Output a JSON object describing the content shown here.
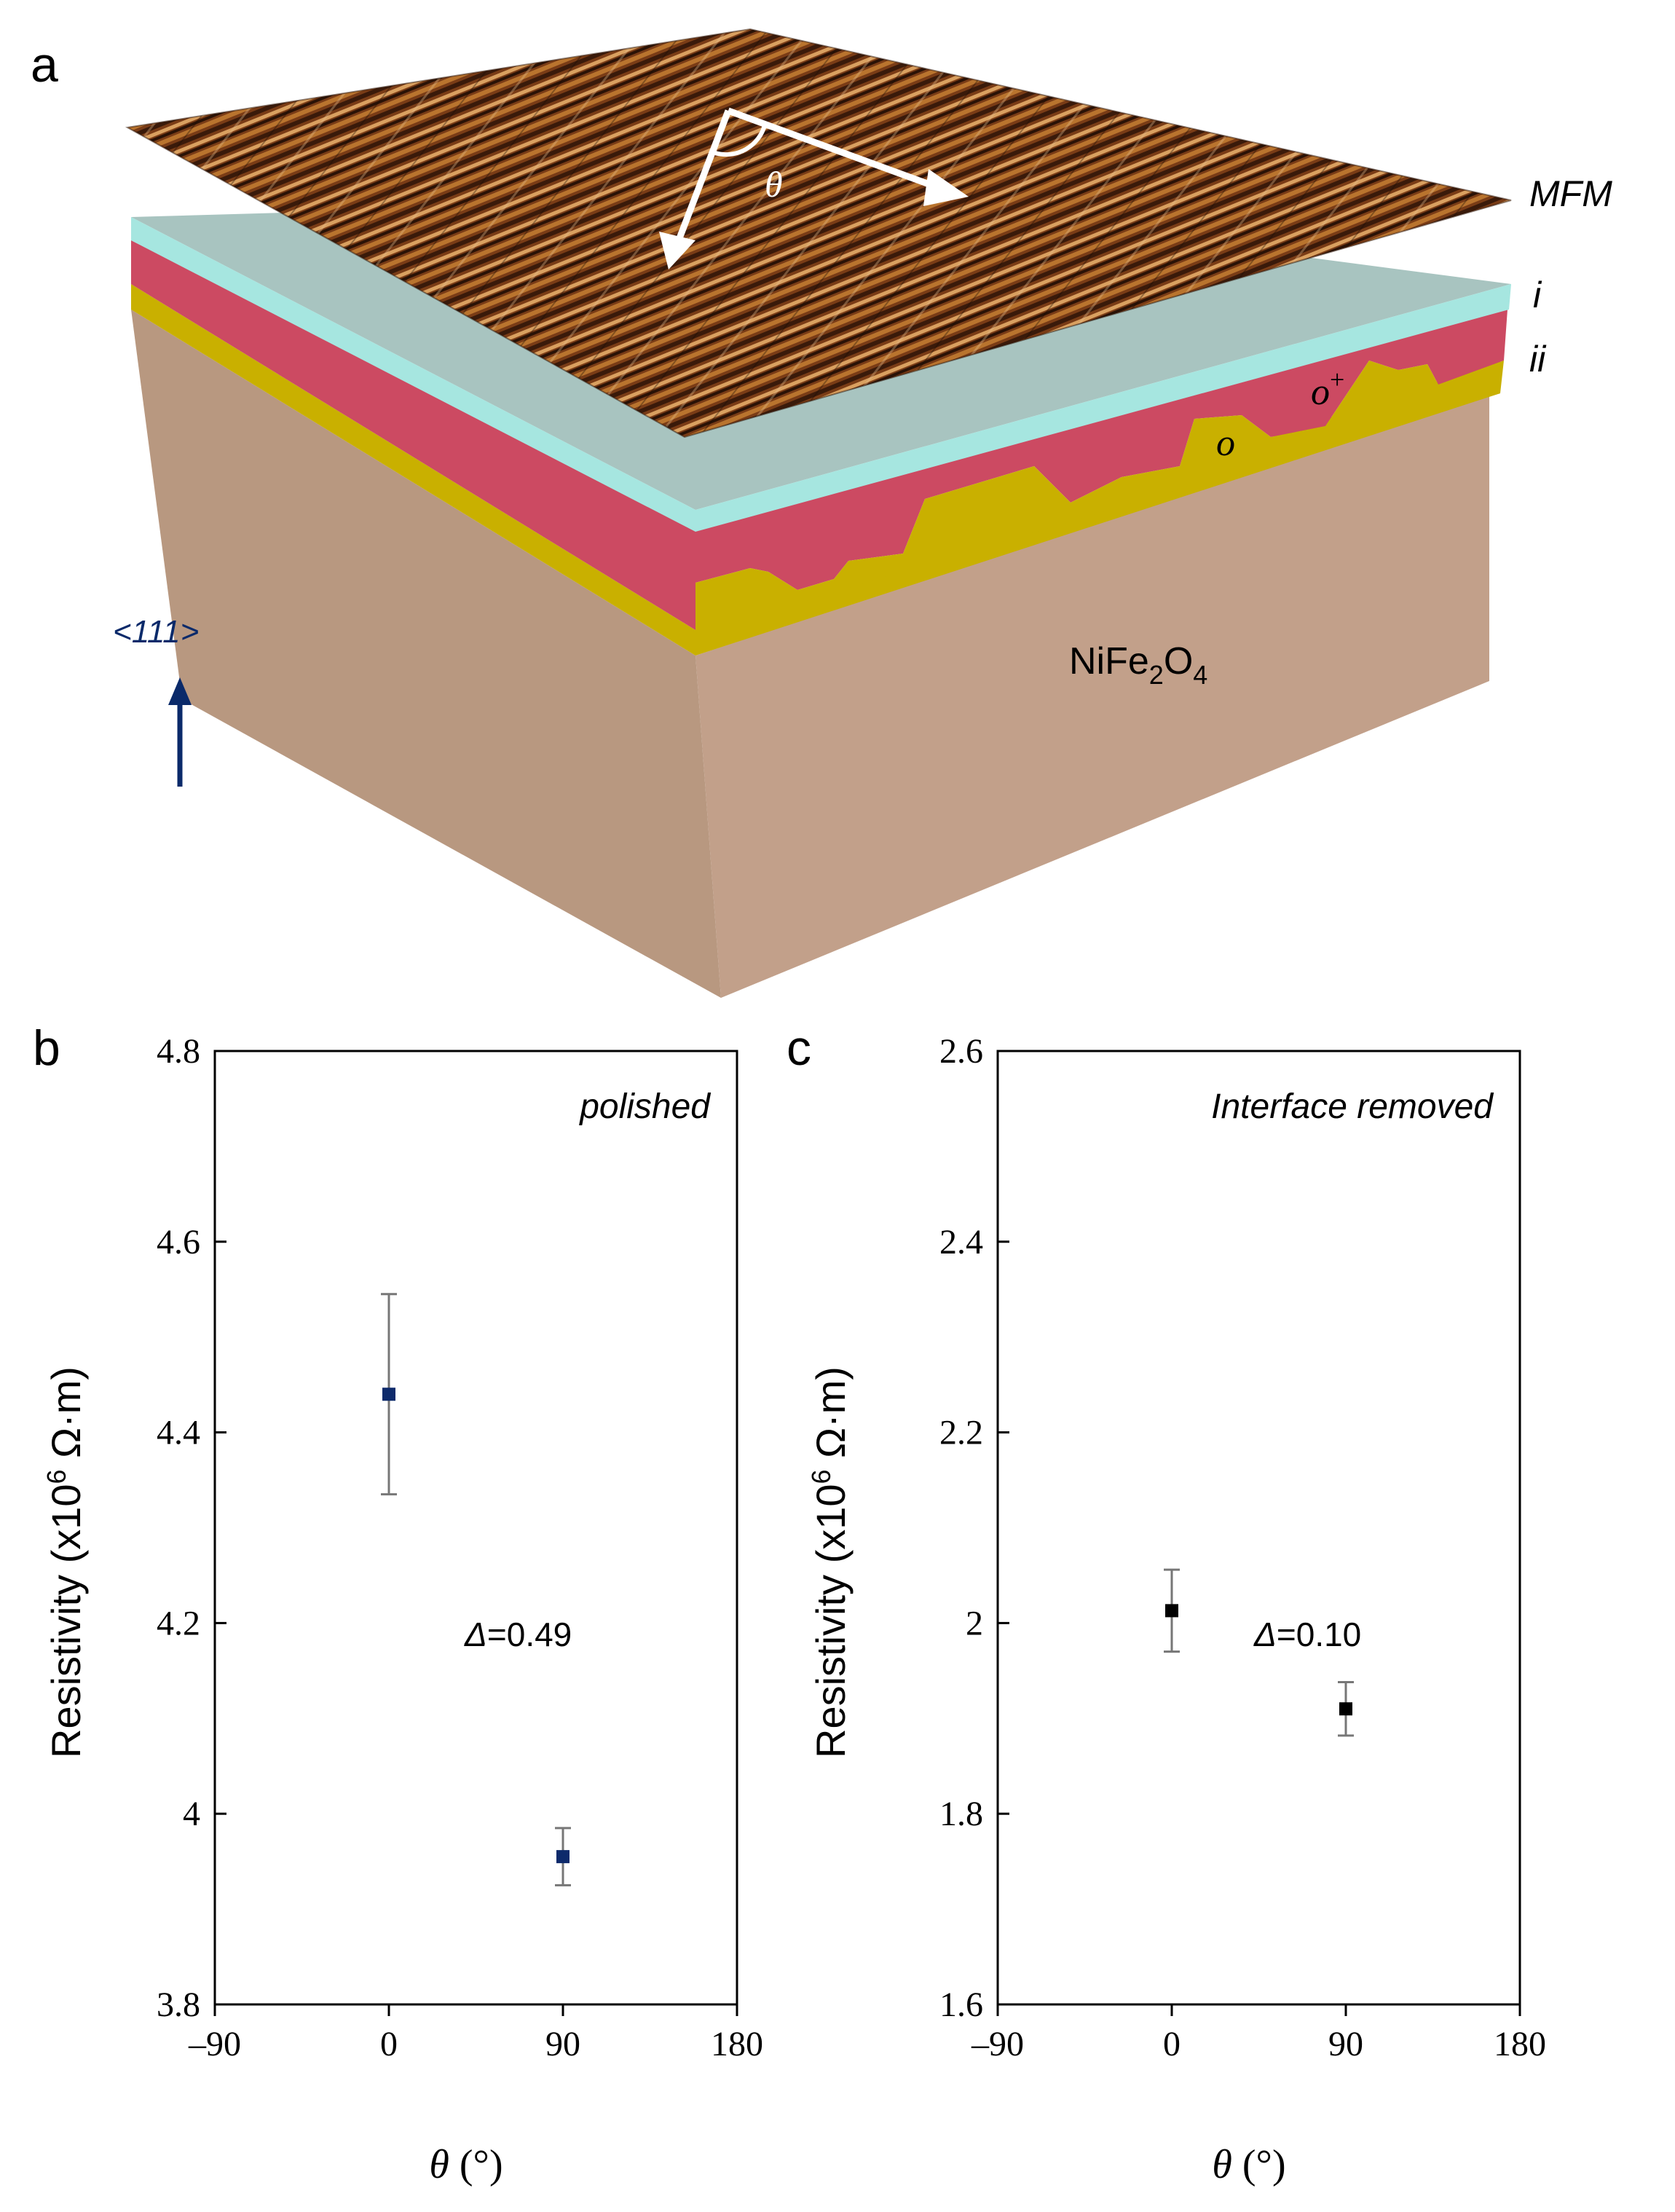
{
  "panel_a": {
    "letter": "a",
    "layer_labels": {
      "mfm": "MFM",
      "i": "i",
      "ii": "ii"
    },
    "region_labels": {
      "o_plus": "o",
      "o_plus_sup": "+",
      "o": "o"
    },
    "substrate_base": "NiFe",
    "substrate_sub1": "2",
    "substrate_o": "O",
    "substrate_sub2": "4",
    "angle_symbol": "θ",
    "direction_label": "<111>",
    "colors": {
      "mfm_dark": "#3a1a0a",
      "mfm_mid": "#8a4a1e",
      "mfm_light": "#d9a060",
      "layer_i_top": "#a8c4c0",
      "layer_i_edge": "#a6e6e0",
      "layer_ii": "#cc4a62",
      "layer_o": "#c9b000",
      "substrate": "#c2a08a",
      "arrow": "#0a2a6a"
    }
  },
  "chart_data": [
    {
      "panel": "b",
      "type": "scatter",
      "annotation": "polished",
      "delta_symbol": "Δ",
      "delta_value": "=0.49",
      "xlabel_symbol": "θ",
      "xlabel_unit": "(°)",
      "ylabel": "Resistivity (x10",
      "ylabel_sup": "6",
      "ylabel_unit": " Ω·m)",
      "xlim": [
        -90,
        180
      ],
      "ylim": [
        3.8,
        4.8
      ],
      "xticks": [
        -90,
        0,
        90,
        180
      ],
      "xtick_labels": [
        "–90",
        "0",
        "90",
        "180"
      ],
      "yticks": [
        3.8,
        4.0,
        4.2,
        4.4,
        4.6,
        4.8
      ],
      "ytick_labels": [
        "3.8",
        "4",
        "4.2",
        "4.4",
        "4.6",
        "4.8"
      ],
      "marker_color": "#0d2a6b",
      "points": [
        {
          "x": 0,
          "y": 4.44,
          "err": 0.105
        },
        {
          "x": 90,
          "y": 3.955,
          "err": 0.03
        }
      ]
    },
    {
      "panel": "c",
      "type": "scatter",
      "annotation": "Interface removed",
      "delta_symbol": "Δ",
      "delta_value": "=0.10",
      "xlabel_symbol": "θ",
      "xlabel_unit": "(°)",
      "ylabel": "Resistivity (x10",
      "ylabel_sup": "6",
      "ylabel_unit": " Ω·m)",
      "xlim": [
        -90,
        180
      ],
      "ylim": [
        1.6,
        2.6
      ],
      "xticks": [
        -90,
        0,
        90,
        180
      ],
      "xtick_labels": [
        "–90",
        "0",
        "90",
        "180"
      ],
      "yticks": [
        1.6,
        1.8,
        2.0,
        2.2,
        2.4,
        2.6
      ],
      "ytick_labels": [
        "1.6",
        "1.8",
        "2",
        "2.2",
        "2.4",
        "2.6"
      ],
      "marker_color": "#000000",
      "points": [
        {
          "x": 0,
          "y": 2.013,
          "err": 0.043
        },
        {
          "x": 90,
          "y": 1.91,
          "err": 0.028
        }
      ]
    }
  ]
}
